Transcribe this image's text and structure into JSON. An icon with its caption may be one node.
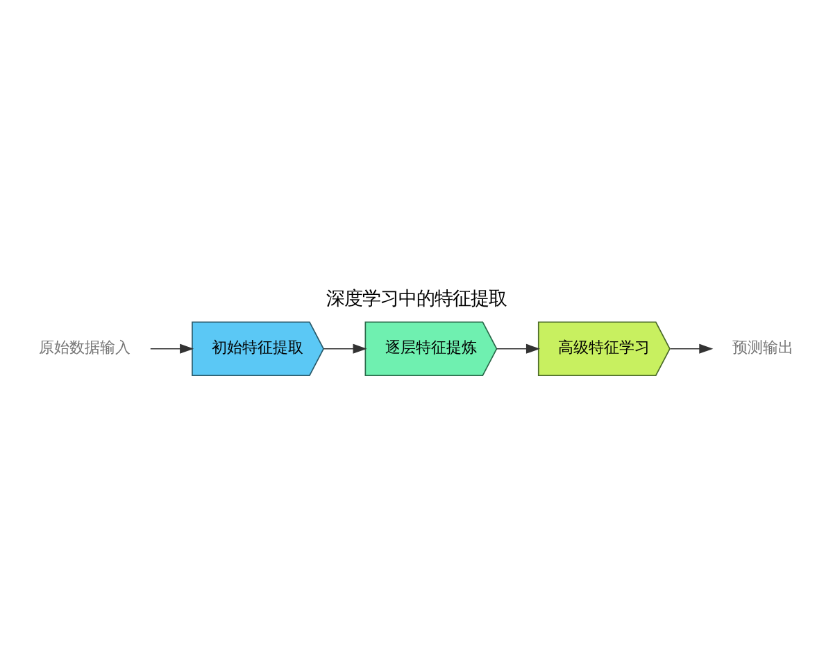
{
  "diagram": {
    "title": "深度学习中的特征提取",
    "nodes": [
      {
        "text": [
          "原始数据输入"
        ]
      },
      {
        "text": [
          "初始特征提取"
        ]
      },
      {
        "text": [
          "逐层特征提炼"
        ]
      },
      {
        "text": [
          "高级特征学习"
        ]
      },
      {
        "text": [
          "预测输出"
        ]
      }
    ],
    "edges": [
      {
        "from": 0,
        "to": 1,
        "arrow": "to"
      },
      {
        "from": 1,
        "to": 2,
        "arrow": "to"
      },
      {
        "from": 2,
        "to": 3,
        "arrow": "to"
      },
      {
        "from": 3,
        "to": 4,
        "arrow": "to"
      }
    ]
  }
}
